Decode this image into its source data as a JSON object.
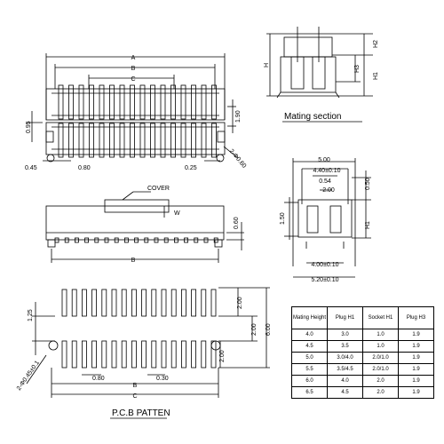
{
  "views": {
    "top": {
      "dims": {
        "a": "A",
        "b": "B",
        "c": "C",
        "d_095": "0.95",
        "d_190": "1.90",
        "d_045": "0.45",
        "d_080": "0.80",
        "d_025": "0.25",
        "d_phi": "2-Φ0.60"
      }
    },
    "mating": {
      "title": "Mating section",
      "dims": {
        "h": "H",
        "h2": "H2",
        "h3": "H3",
        "h1": "H1"
      }
    },
    "side": {
      "cover_label": "COVER",
      "dims": {
        "ww": "W",
        "d_060": "0.60",
        "b": "B"
      }
    },
    "section": {
      "dims": {
        "w500": "5.00",
        "w440": "4.40±0.10",
        "w054": "0.54",
        "w200": "2.00",
        "w050": "0.50",
        "w150": "1.50",
        "h1": "H1",
        "w400": "4.00±0.10",
        "w520": "5.20±0.10"
      }
    },
    "pcb": {
      "title": "P.C.B PATTEN",
      "dims": {
        "d125": "1.25",
        "d080": "0.80",
        "d030": "0.30",
        "d200a": "2.00",
        "d200b": "2.00",
        "d600": "6.00",
        "d200c": "2.00",
        "b": "B",
        "c": "C",
        "hole": "2-Φ0.45±0.1"
      }
    }
  },
  "table": {
    "headers": [
      "Mating Height",
      "Plug H1",
      "Socket H1",
      "Plug H3"
    ],
    "rows": [
      [
        "4.0",
        "3.0",
        "1.0",
        "1.9"
      ],
      [
        "4.5",
        "3.5",
        "1.0",
        "1.9"
      ],
      [
        "5.0",
        "3.0/4.0",
        "2.0/1.0",
        "1.9"
      ],
      [
        "5.5",
        "3.5/4.5",
        "2.0/1.0",
        "1.9"
      ],
      [
        "6.0",
        "4.0",
        "2.0",
        "1.9"
      ],
      [
        "6.5",
        "4.5",
        "2.0",
        "1.9"
      ]
    ]
  }
}
